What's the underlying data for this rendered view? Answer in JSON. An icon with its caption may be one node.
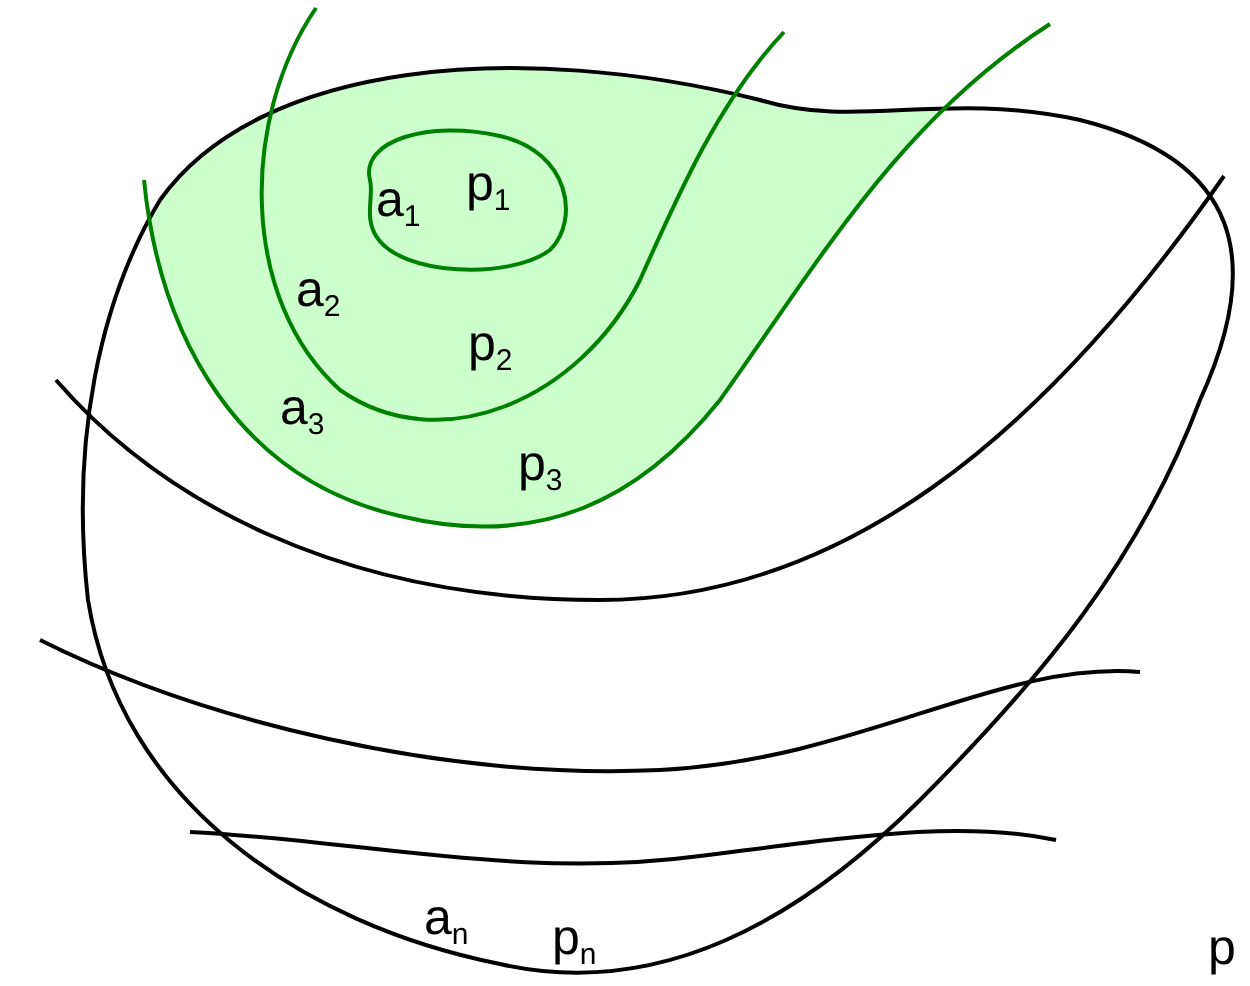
{
  "diagram": {
    "labels": [
      "a$_{1}$",
      "p$_{1}$",
      "a$_{2}$",
      "p$_{2}$",
      "a$_{3}$",
      "p$_{3}$",
      "a$_{n}$",
      "p$_{n}$",
      "p"
    ]
  }
}
